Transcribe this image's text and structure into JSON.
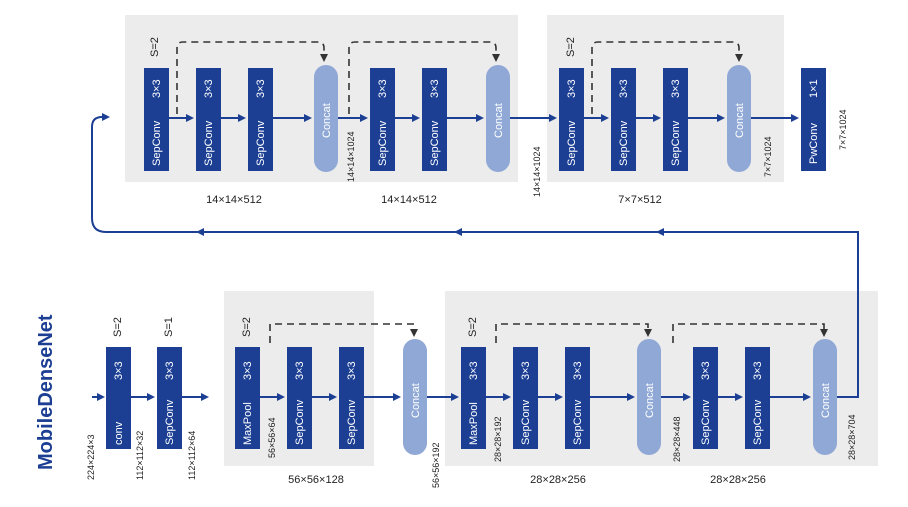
{
  "title": "MobileDenseNet",
  "colors": {
    "block": "#1c3f94",
    "concat": "#8fa8d6",
    "panel": "#ececec",
    "arrow": "#1c3f94"
  },
  "labels": {
    "k3": "3×3",
    "k1": "1×1",
    "s2": "S=2",
    "s1": "S=1",
    "conv": "conv",
    "sepconv": "SepConv",
    "maxpool": "MaxPool",
    "concat": "Concat",
    "pwconv": "PwConv"
  },
  "dims": {
    "input": "224×224×3",
    "after_conv": "112×112×32",
    "after_sep1": "112×112×64",
    "c3_in": "56×56×64",
    "c3_out": "56×56×128",
    "c3_concat": "56×56×192",
    "c4_in": "28×28×192",
    "c4_out1": "28×28×256",
    "c4_mid": "28×28×448",
    "c4_out2": "28×28×256",
    "c4_concat": "28×28×704",
    "c5_out1": "14×14×512",
    "c5_mid": "14×14×1024",
    "c5_out2": "14×14×512",
    "c5_concat": "14×14×1024",
    "c6_out": "7×7×512",
    "c6_concat": "7×7×1024",
    "pw_out": "7×7×1024"
  }
}
